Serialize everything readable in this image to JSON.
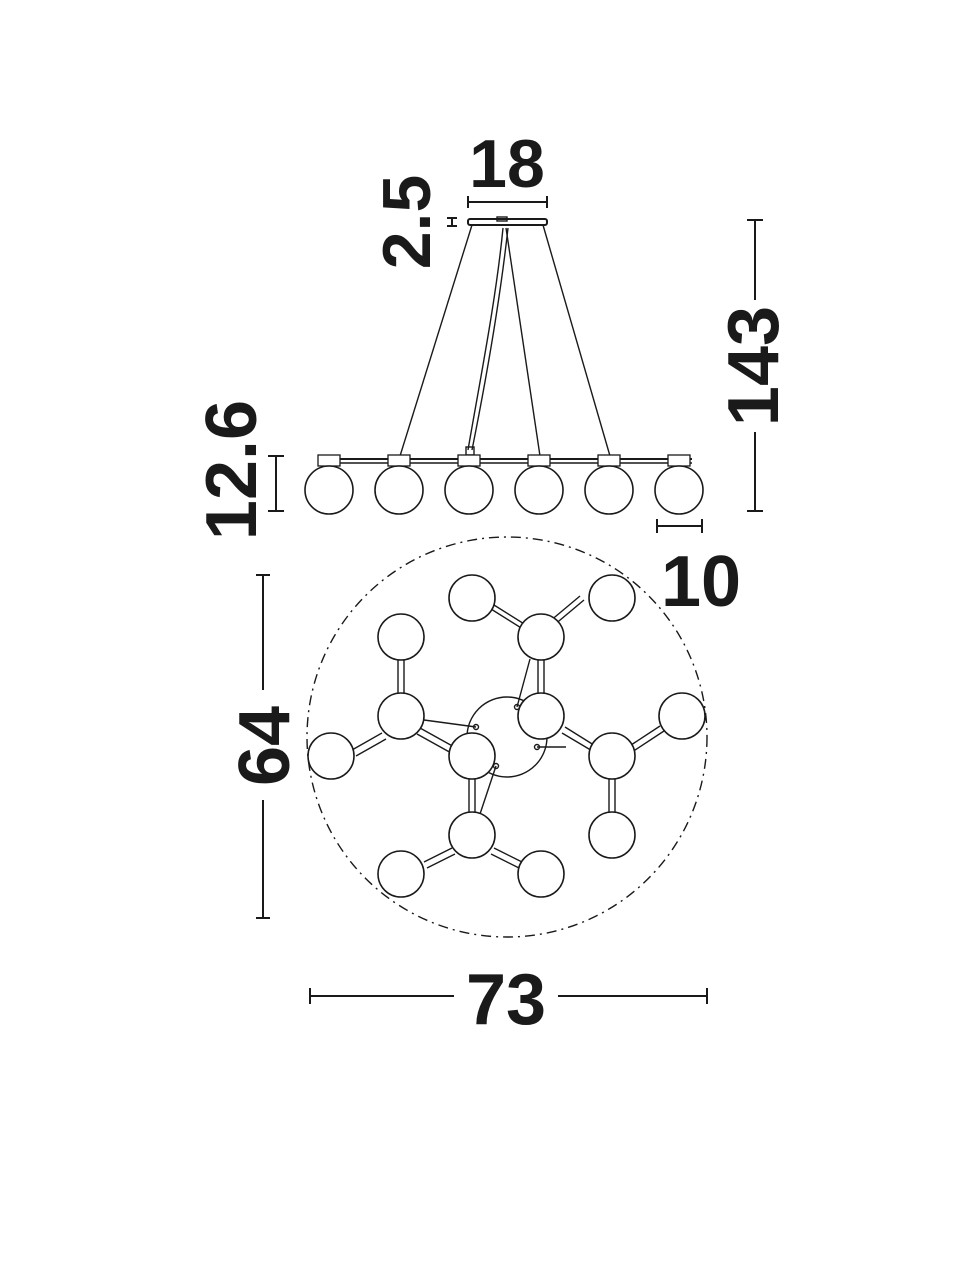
{
  "dimensions": {
    "canopy_width": "18",
    "canopy_height": "2.5",
    "total_height": "143",
    "globe_row_height": "12.6",
    "globe_diameter": "10",
    "depth": "64",
    "width": "73"
  },
  "colors": {
    "line": "#1a1a1a",
    "background": "#ffffff"
  }
}
